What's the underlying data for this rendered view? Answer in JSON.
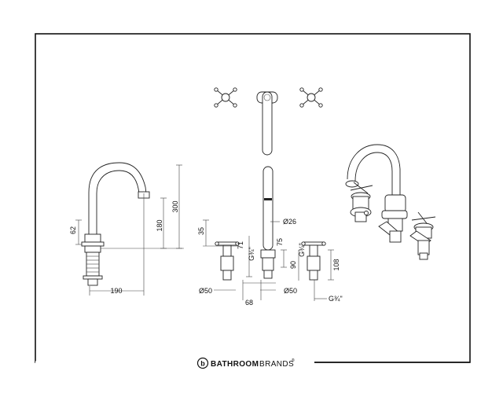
{
  "brand": {
    "mark": "b",
    "name_bold": "BATHROOM",
    "name_light": "BRANDS",
    "registered": "®"
  },
  "dimensions": {
    "d62": "62",
    "d300": "300",
    "d180": "180",
    "d190": "190",
    "d35": "35",
    "d71": "71",
    "g34_left": "G¾\"",
    "d75": "75",
    "d26": "Ø26",
    "g34_right": "G¾\"",
    "d90": "90",
    "d108": "108",
    "d50_left": "Ø50",
    "d50_right": "Ø50",
    "d68": "68",
    "g34_bottom": "G¾\""
  }
}
